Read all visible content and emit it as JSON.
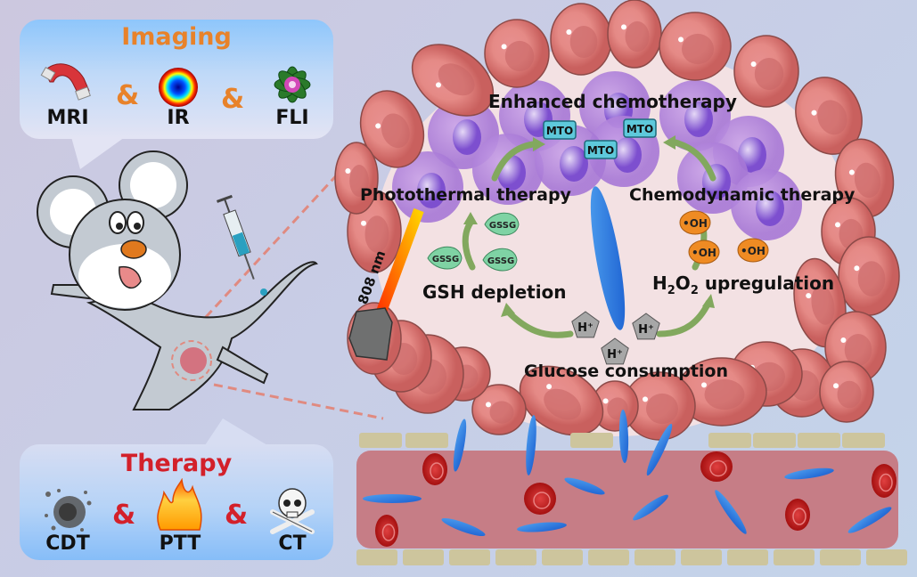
{
  "imaging": {
    "title": "Imaging",
    "title_color": "#e8822a",
    "amp_color": "#e8822a",
    "items": [
      {
        "label": "MRI",
        "icon": "magnet-icon"
      },
      {
        "label": "IR",
        "icon": "thermal-map-icon"
      },
      {
        "label": "FLI",
        "icon": "fluorescence-icon"
      }
    ],
    "separator": "&"
  },
  "therapy": {
    "title": "Therapy",
    "title_color": "#d3202a",
    "amp_color": "#d3202a",
    "items": [
      {
        "label": "CDT",
        "icon": "debris-icon"
      },
      {
        "label": "PTT",
        "icon": "flame-icon"
      },
      {
        "label": "CT",
        "icon": "skull-crossbones-icon"
      }
    ],
    "separator": "&"
  },
  "tumor": {
    "enhanced_chemo": "Enhanced chemotherapy",
    "photothermal": "Photothermal therapy",
    "chemodynamic": "Chemodynamic therapy",
    "gsh_depletion": "GSH depletion",
    "h2o2_prefix": "H",
    "h2o2_sub1": "2",
    "h2o2_mid": "O",
    "h2o2_sub2": "2",
    "h2o2_suffix": " upregulation",
    "glucose": "Glucose consumption",
    "laser_label": "808 nm",
    "mto_labels": [
      "MTO",
      "MTO",
      "MTO"
    ],
    "gssg_labels": [
      "GSSG",
      "GSSG",
      "GSSG"
    ],
    "oh_labels": [
      "•OH",
      "•OH",
      "•OH"
    ],
    "h_labels": [
      "H⁺",
      "H⁺",
      "H⁺"
    ]
  }
}
